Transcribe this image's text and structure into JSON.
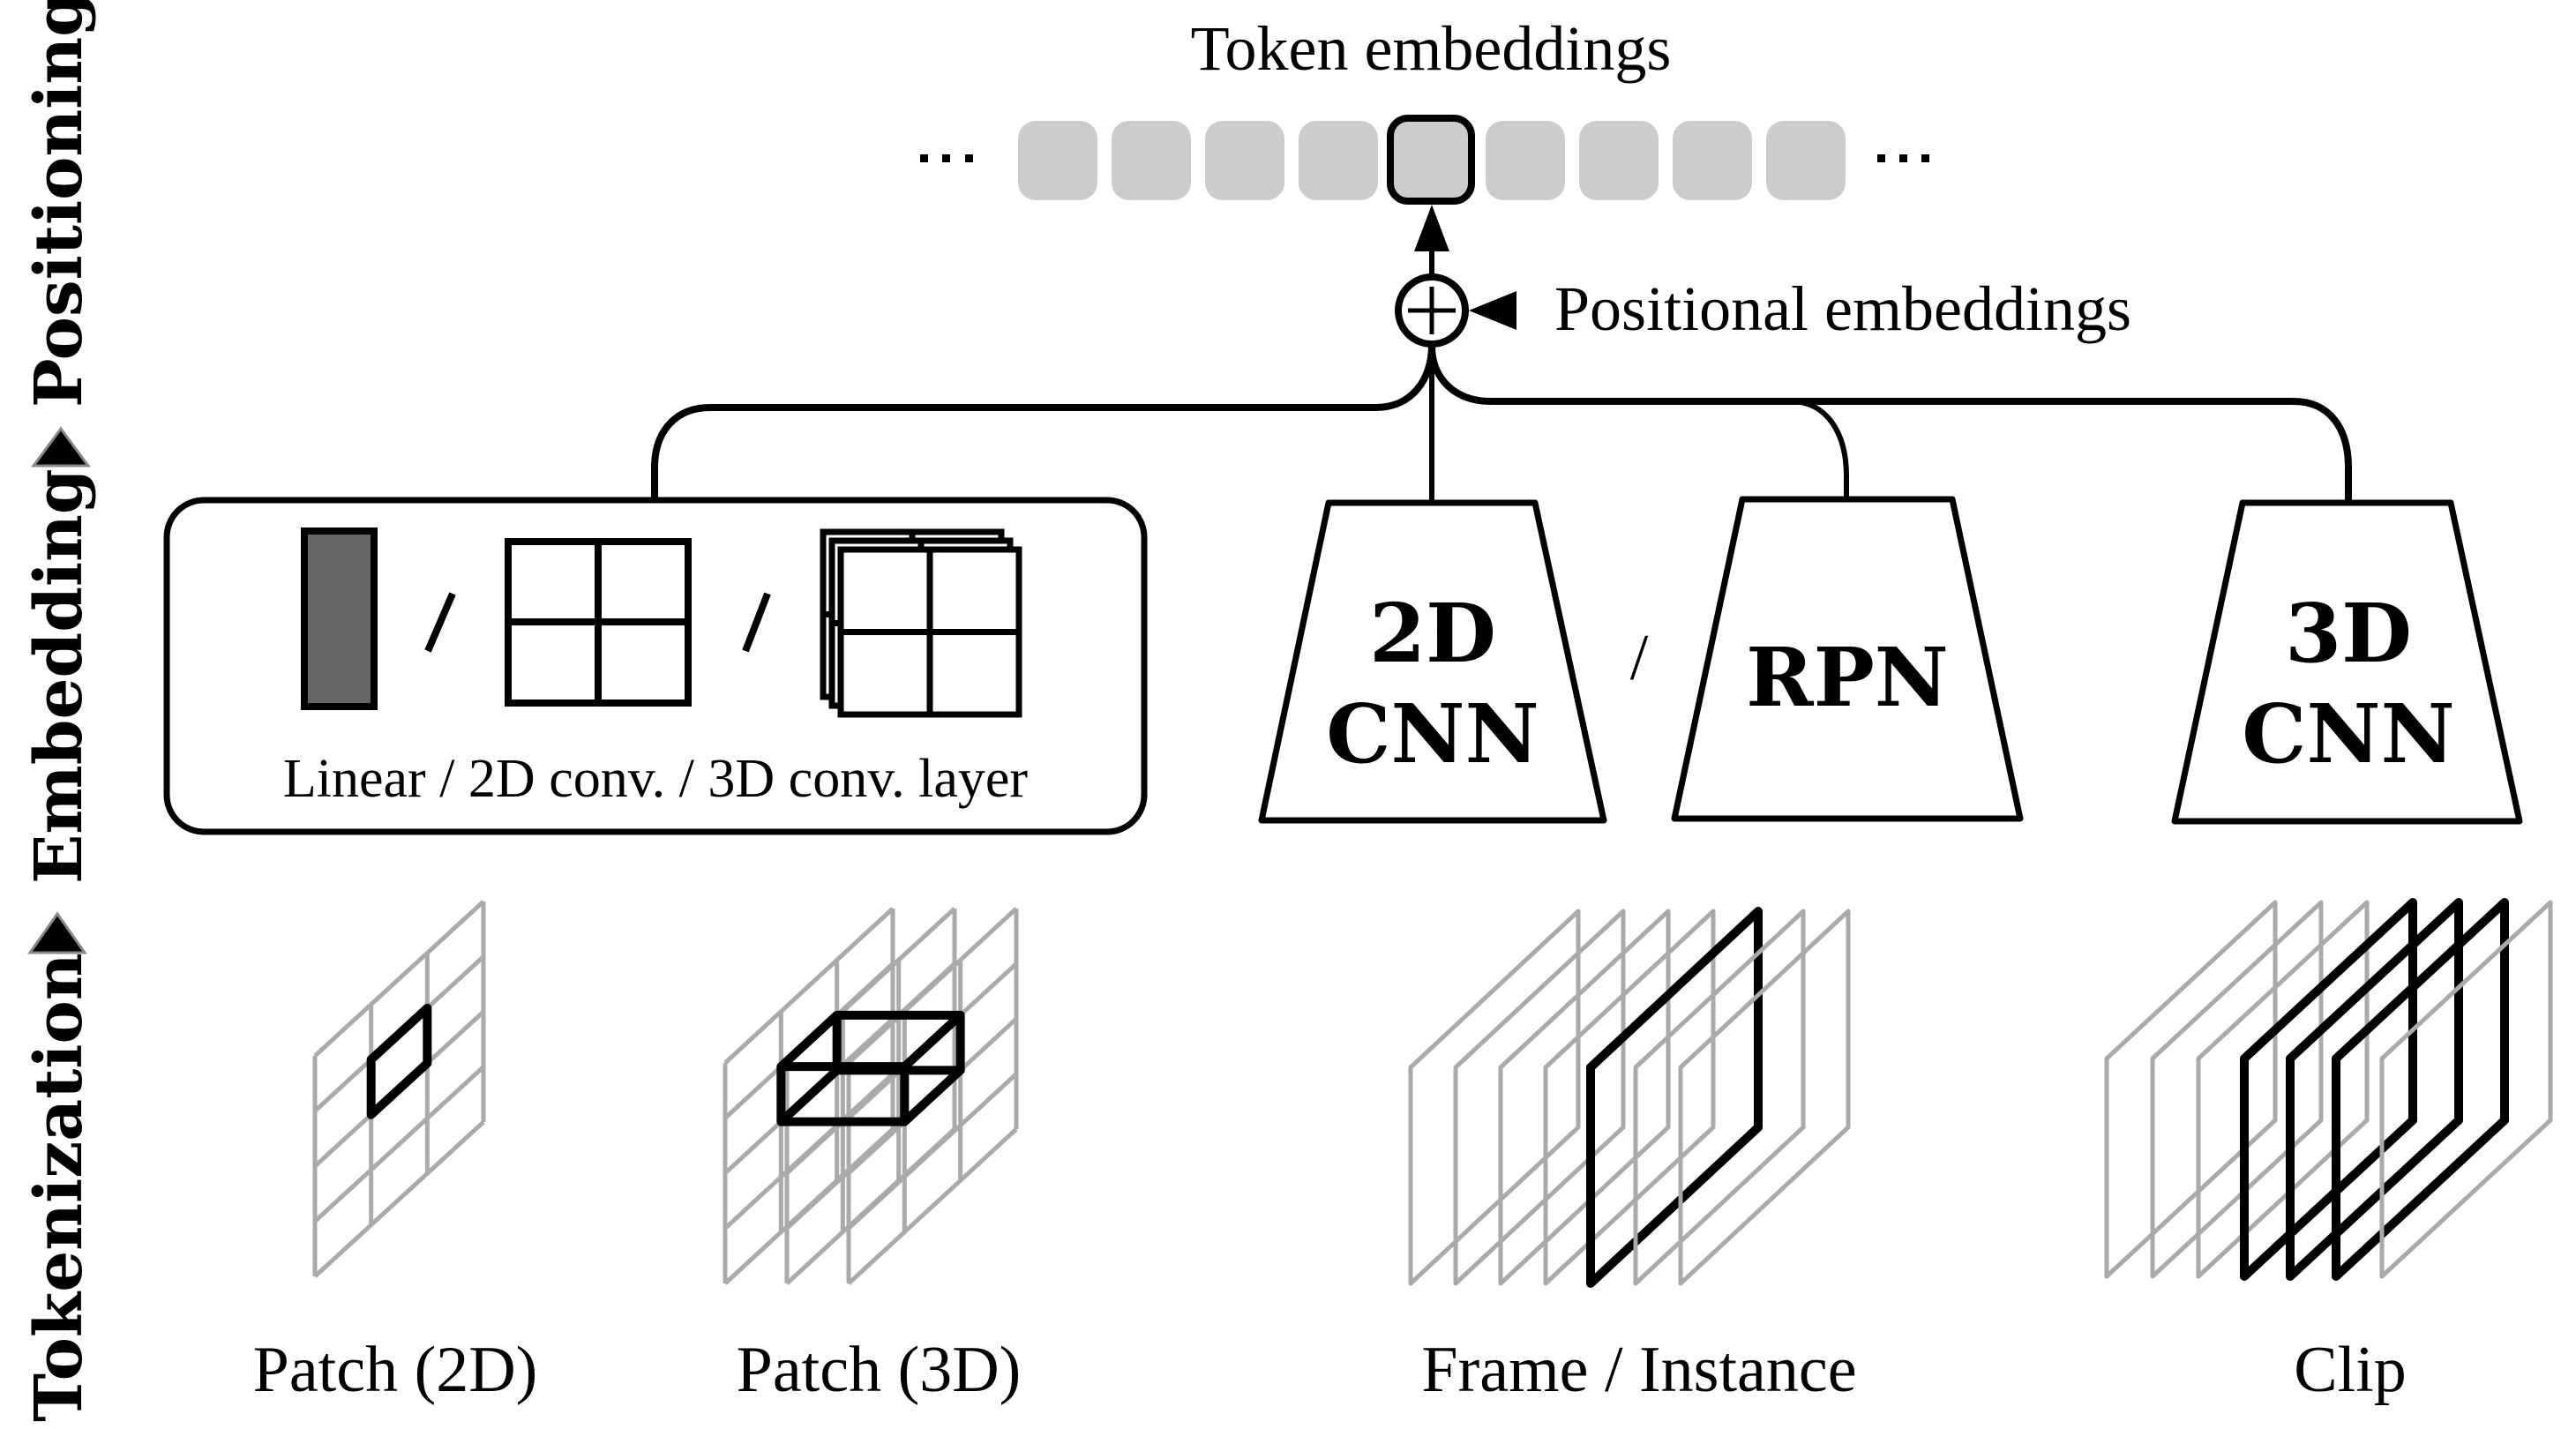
{
  "header": {
    "title": "Token embeddings",
    "ellipsis_left": "...",
    "ellipsis_right": "...",
    "token_count": 9,
    "highlighted_token_index": 4,
    "token_color": "#cccccc"
  },
  "positional": {
    "operator": "⊕",
    "label": "Positional embeddings"
  },
  "stages": [
    {
      "label": "Positioning"
    },
    {
      "label": "Embedding"
    },
    {
      "label": "Tokenization"
    }
  ],
  "embedding": {
    "layer_box_label": "Linear / 2D conv. / 3D conv. layer",
    "separator": "/",
    "linear_fill": "#666666",
    "cnn_2d": {
      "line1": "2D",
      "line2": "CNN"
    },
    "rpn": {
      "line1": "RPN"
    },
    "cnn_3d": {
      "line1": "3D",
      "line2": "CNN"
    }
  },
  "tokenization": {
    "labels": [
      "Patch (2D)",
      "Patch (3D)",
      "Frame / Instance",
      "Clip"
    ],
    "grid_color": "#aaaaaa",
    "highlight_color": "#000000",
    "frame_count": 7,
    "frame_highlight_indices": [
      4
    ],
    "clip_count": 7,
    "clip_highlight_indices": [
      3,
      4,
      5
    ]
  }
}
